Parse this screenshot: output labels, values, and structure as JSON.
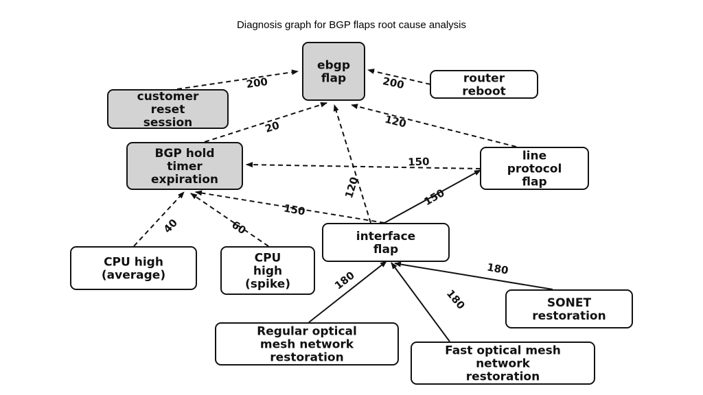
{
  "title": "Diagnosis graph for BGP flaps root cause analysis",
  "nodes": [
    {
      "id": "ebgp",
      "lines": [
        "ebgp",
        "flap"
      ],
      "fill": "#d3d3d3"
    },
    {
      "id": "reboot",
      "lines": [
        "router",
        "reboot"
      ],
      "fill": "#ffffff"
    },
    {
      "id": "customer",
      "lines": [
        "customer",
        "reset",
        "session"
      ],
      "fill": "#d3d3d3"
    },
    {
      "id": "holdtimer",
      "lines": [
        "BGP hold",
        "timer",
        "expiration"
      ],
      "fill": "#d3d3d3"
    },
    {
      "id": "lineproto",
      "lines": [
        "line",
        "protocol",
        "flap"
      ],
      "fill": "#ffffff"
    },
    {
      "id": "iface",
      "lines": [
        "interface",
        "flap"
      ],
      "fill": "#ffffff"
    },
    {
      "id": "cpuavg",
      "lines": [
        "CPU high",
        "(average)"
      ],
      "fill": "#ffffff"
    },
    {
      "id": "cpuspike",
      "lines": [
        "CPU",
        "high",
        "(spike)"
      ],
      "fill": "#ffffff"
    },
    {
      "id": "sonet",
      "lines": [
        "SONET",
        "restoration"
      ],
      "fill": "#ffffff"
    },
    {
      "id": "regopt",
      "lines": [
        "Regular optical",
        "mesh network",
        "restoration"
      ],
      "fill": "#ffffff"
    },
    {
      "id": "fastopt",
      "lines": [
        "Fast optical mesh",
        "network",
        "restoration"
      ],
      "fill": "#ffffff"
    }
  ],
  "edges": [
    {
      "from": "customer",
      "to": "ebgp",
      "label": "200",
      "style": "dashed"
    },
    {
      "from": "reboot",
      "to": "ebgp",
      "label": "200",
      "style": "dashed"
    },
    {
      "from": "holdtimer",
      "to": "ebgp",
      "label": "20",
      "style": "dashed"
    },
    {
      "from": "lineproto",
      "to": "ebgp",
      "label": "120",
      "style": "dashed"
    },
    {
      "from": "iface",
      "to": "ebgp",
      "label": "120",
      "style": "dashed"
    },
    {
      "from": "lineproto",
      "to": "holdtimer",
      "label": "150",
      "style": "dashed"
    },
    {
      "from": "iface",
      "to": "holdtimer",
      "label": "150",
      "style": "dashed"
    },
    {
      "from": "cpuavg",
      "to": "holdtimer",
      "label": "40",
      "style": "dashed"
    },
    {
      "from": "cpuspike",
      "to": "holdtimer",
      "label": "60",
      "style": "dashed"
    },
    {
      "from": "iface",
      "to": "lineproto",
      "label": "150",
      "style": "solid"
    },
    {
      "from": "regopt",
      "to": "iface",
      "label": "180",
      "style": "solid"
    },
    {
      "from": "fastopt",
      "to": "iface",
      "label": "180",
      "style": "solid"
    },
    {
      "from": "sonet",
      "to": "iface",
      "label": "180",
      "style": "solid"
    }
  ]
}
